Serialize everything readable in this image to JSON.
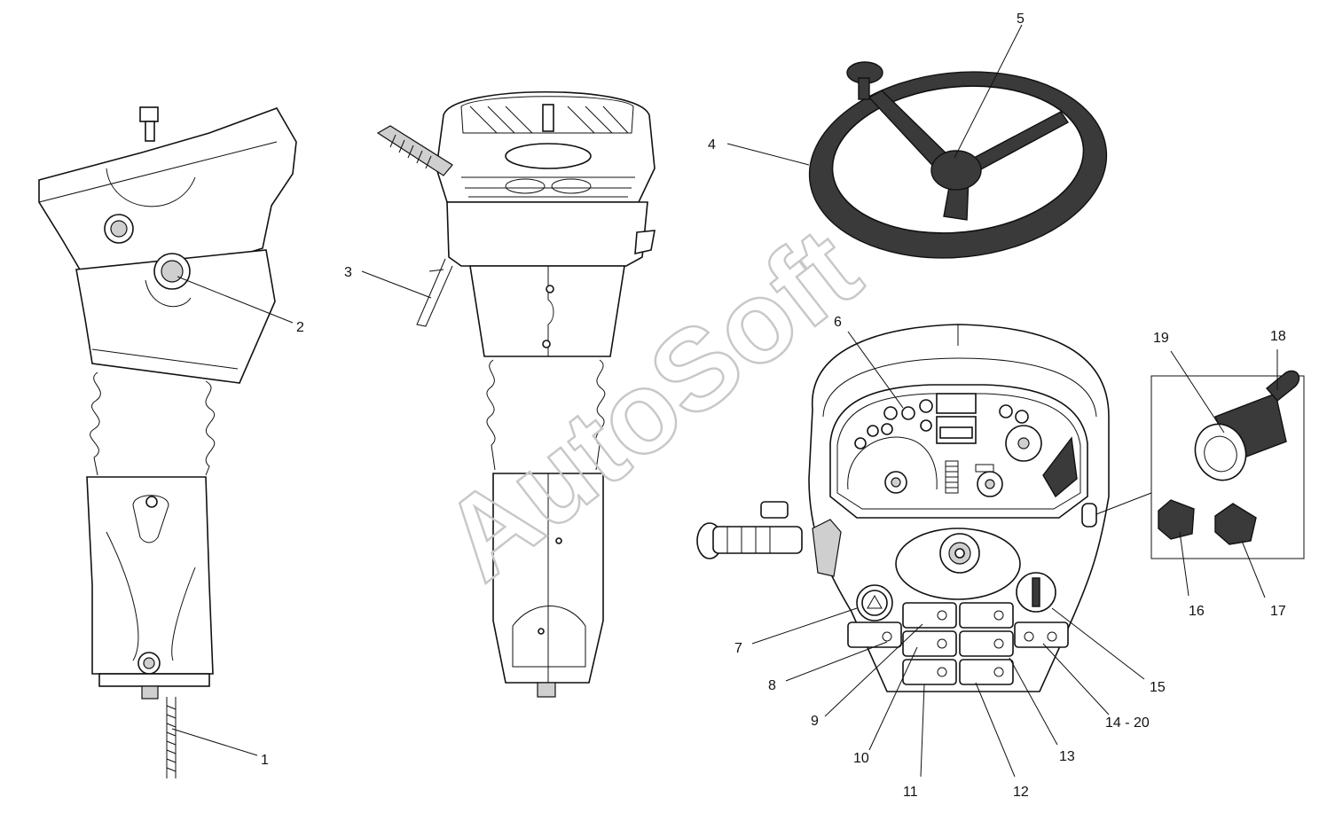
{
  "watermark": "AutoSoft",
  "callouts": [
    {
      "id": "1",
      "label": "1"
    },
    {
      "id": "2",
      "label": "2"
    },
    {
      "id": "3",
      "label": "3"
    },
    {
      "id": "4",
      "label": "4"
    },
    {
      "id": "5",
      "label": "5"
    },
    {
      "id": "6",
      "label": "6"
    },
    {
      "id": "7",
      "label": "7"
    },
    {
      "id": "8",
      "label": "8"
    },
    {
      "id": "9",
      "label": "9"
    },
    {
      "id": "10",
      "label": "10"
    },
    {
      "id": "11",
      "label": "11"
    },
    {
      "id": "12",
      "label": "12"
    },
    {
      "id": "13",
      "label": "13"
    },
    {
      "id": "14-20",
      "label": "14 - 20"
    },
    {
      "id": "15",
      "label": "15"
    },
    {
      "id": "16",
      "label": "16"
    },
    {
      "id": "17",
      "label": "17"
    },
    {
      "id": "18",
      "label": "18"
    },
    {
      "id": "19",
      "label": "19"
    }
  ]
}
